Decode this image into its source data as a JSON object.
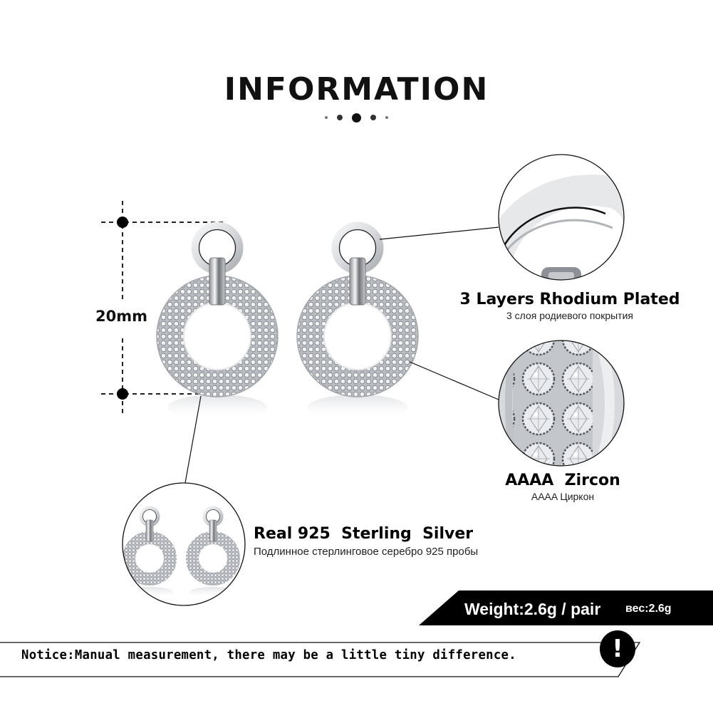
{
  "header": {
    "title": "INFORMATION",
    "divider_dots": [
      "small",
      "medium",
      "large",
      "medium",
      "small"
    ]
  },
  "dimension": {
    "label": "20mm"
  },
  "features": [
    {
      "id": "rhodium",
      "title": "3 Layers Rhodium Plated",
      "subtitle": "3 слоя родиевого покрытия",
      "zoom_image": "rhodium-ring-closeup"
    },
    {
      "id": "zircon",
      "title": "AAAA  Zircon",
      "subtitle": "AAAA Циркон",
      "zoom_image": "zircon-stones-closeup"
    },
    {
      "id": "silver",
      "title": "Real 925  Sterling  Silver",
      "subtitle": "Подлинное стерлинговое серебро 925 пробы",
      "zoom_image": "earring-pair-thumbnail"
    }
  ],
  "weight": {
    "label": "Weight:2.6g / pair",
    "label_ru": "вес:2.6g"
  },
  "notice": {
    "text": "Notice:Manual measurement, there may be a little tiny difference.",
    "icon": "exclamation-icon",
    "icon_glyph": "!"
  },
  "colors": {
    "background": "#ffffff",
    "text": "#000000",
    "bar": "#000000",
    "bar_text": "#ffffff",
    "silver": "#c9ccd1"
  }
}
